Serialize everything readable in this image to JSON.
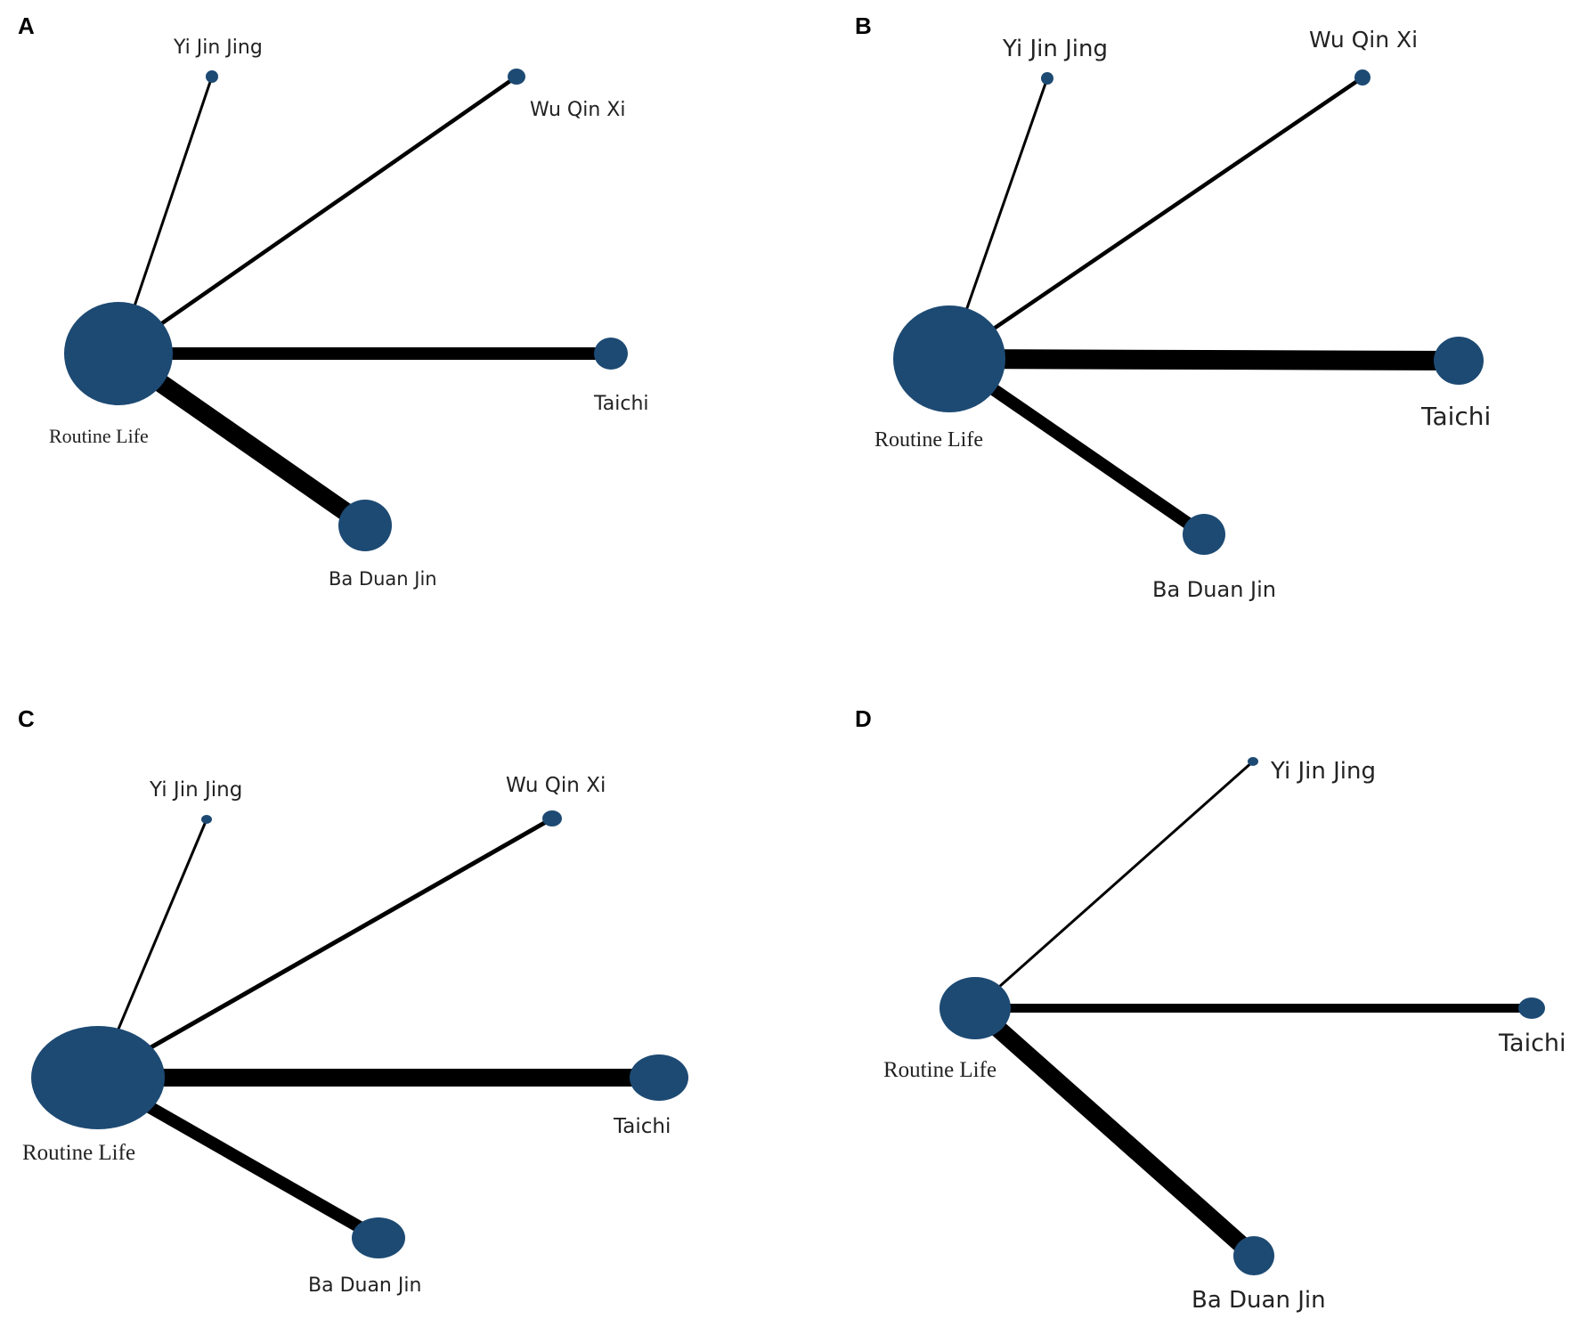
{
  "figure": {
    "node_color": "#1d4a73",
    "edge_color": "#000000",
    "panels": [
      {
        "id": "A",
        "letter": "A",
        "nodes": [
          {
            "key": "routine",
            "label": "Routine Life"
          },
          {
            "key": "yjj",
            "label": "Yi Jin Jing"
          },
          {
            "key": "wqx",
            "label": "Wu Qin Xi"
          },
          {
            "key": "taichi",
            "label": "Taichi"
          },
          {
            "key": "bdj",
            "label": "Ba Duan Jin"
          }
        ],
        "edges": [
          {
            "from": "routine",
            "to": "yjj"
          },
          {
            "from": "routine",
            "to": "wqx"
          },
          {
            "from": "routine",
            "to": "taichi"
          },
          {
            "from": "routine",
            "to": "bdj"
          }
        ]
      },
      {
        "id": "B",
        "letter": "B",
        "nodes": [
          {
            "key": "routine",
            "label": "Routine Life"
          },
          {
            "key": "yjj",
            "label": "Yi Jin Jing"
          },
          {
            "key": "wqx",
            "label": "Wu Qin Xi"
          },
          {
            "key": "taichi",
            "label": "Taichi"
          },
          {
            "key": "bdj",
            "label": "Ba Duan Jin"
          }
        ],
        "edges": [
          {
            "from": "routine",
            "to": "yjj"
          },
          {
            "from": "routine",
            "to": "wqx"
          },
          {
            "from": "routine",
            "to": "taichi"
          },
          {
            "from": "routine",
            "to": "bdj"
          }
        ]
      },
      {
        "id": "C",
        "letter": "C",
        "nodes": [
          {
            "key": "routine",
            "label": "Routine Life"
          },
          {
            "key": "yjj",
            "label": "Yi Jin Jing"
          },
          {
            "key": "wqx",
            "label": "Wu Qin Xi"
          },
          {
            "key": "taichi",
            "label": "Taichi"
          },
          {
            "key": "bdj",
            "label": "Ba Duan Jin"
          }
        ],
        "edges": [
          {
            "from": "routine",
            "to": "yjj"
          },
          {
            "from": "routine",
            "to": "wqx"
          },
          {
            "from": "routine",
            "to": "taichi"
          },
          {
            "from": "routine",
            "to": "bdj"
          }
        ]
      },
      {
        "id": "D",
        "letter": "D",
        "nodes": [
          {
            "key": "routine",
            "label": "Routine Life"
          },
          {
            "key": "yjj",
            "label": "Yi Jin Jing"
          },
          {
            "key": "taichi",
            "label": "Taichi"
          },
          {
            "key": "bdj",
            "label": "Ba Duan Jin"
          }
        ],
        "edges": [
          {
            "from": "routine",
            "to": "yjj"
          },
          {
            "from": "routine",
            "to": "taichi"
          },
          {
            "from": "routine",
            "to": "bdj"
          }
        ]
      }
    ]
  }
}
